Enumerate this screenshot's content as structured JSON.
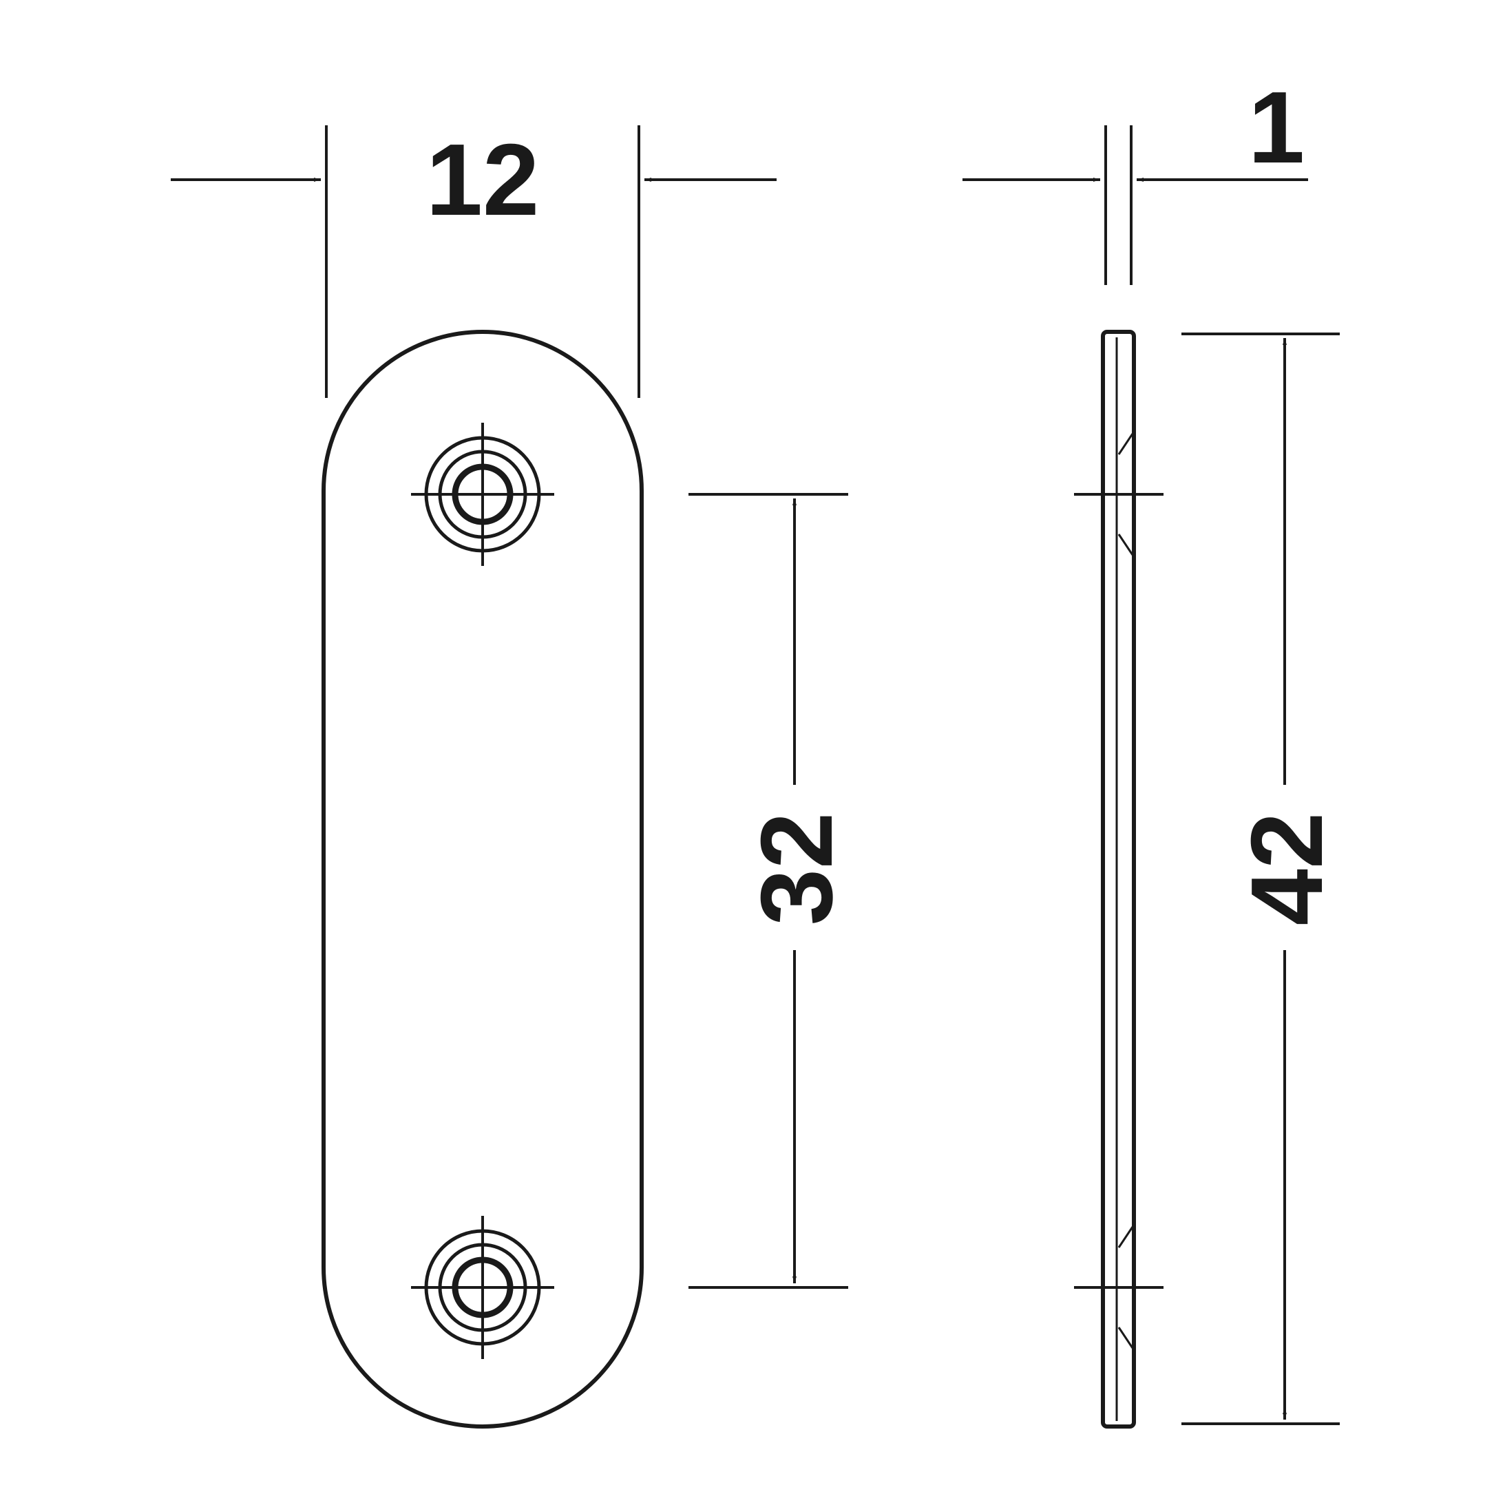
{
  "dimensions": {
    "width": "12",
    "thickness": "1",
    "hole_spacing": "32",
    "length": "42"
  },
  "colors": {
    "line": "#1a1a1a",
    "background": "#ffffff"
  }
}
